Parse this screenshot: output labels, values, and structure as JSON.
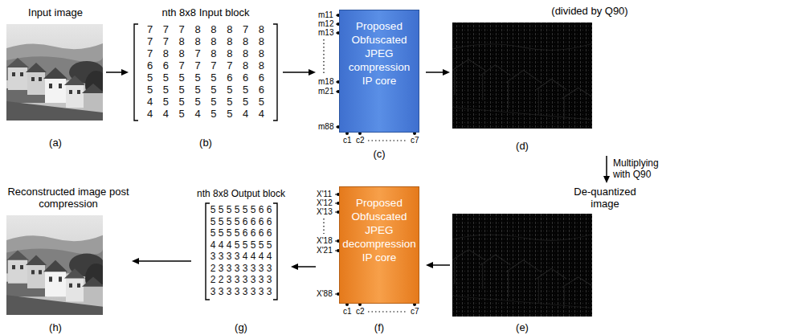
{
  "diagram": {
    "nodes": [
      {
        "text": [
          "Input image",
          "(a)"
        ]
      },
      {
        "text": [
          "nth 8x8 Input block",
          "7 7 7 8 8 8 7 8",
          "7 7 8 8 8 8 8 8",
          "7 8 8 7 8 8 8 8",
          "6 6 7 7 7 7 8 8",
          "5 5 5 5 5 6 6 6",
          "5 5 5 5 5 5 5 6",
          "4 5 5 5 5 5 5 5",
          "4 4 5 4 5 5 4 4",
          "(b)"
        ]
      },
      {
        "text": [
          "Proposed Obfuscated JPEG compression IP core",
          "(c)"
        ]
      },
      {
        "text": [
          "(divided by Q90)",
          "(d)"
        ]
      },
      {
        "text": [
          "De-quantized image",
          "(e)"
        ]
      },
      {
        "text": [
          "Proposed Obfuscated JPEG decompression IP core",
          "(f)"
        ]
      },
      {
        "text": [
          "nth 8x8 Output block",
          "5 5 5 5 5 5 6 6",
          "5 5 5 5 6 6 6 6",
          "5 5 5 5 6 6 6 6",
          "4 4 4 5 5 5 5 5",
          "3 3 3 3 4 4 4 4",
          "2 3 3 3 3 3 3 3",
          "2 2 3 3 3 3 3 3",
          "3 3 3 3 3 3 3 3",
          "(g)"
        ]
      },
      {
        "text": [
          "Reconstructed image post compression",
          "(h)"
        ]
      }
    ],
    "edges": [
      {
        "from": 0,
        "to": 1,
        "arrow": "to"
      },
      {
        "from": 1,
        "to": 2,
        "arrow": "to"
      },
      {
        "from": 2,
        "to": 3,
        "arrow": "to"
      },
      {
        "from": 3,
        "to": 4,
        "label": "Multiplying with Q90",
        "arrow": "to"
      },
      {
        "from": 4,
        "to": 5,
        "arrow": "to"
      },
      {
        "from": 5,
        "to": 6,
        "arrow": "to"
      },
      {
        "from": 6,
        "to": 7,
        "arrow": "to"
      }
    ],
    "labels": [
      "m11",
      "m12",
      "m13",
      "m18",
      "m21",
      "m88",
      "c1",
      "c2",
      "c7",
      "X'11",
      "X'12",
      "X'13",
      "X'18",
      "X'21",
      "X'88",
      "c1",
      "c2",
      "c7"
    ]
  }
}
